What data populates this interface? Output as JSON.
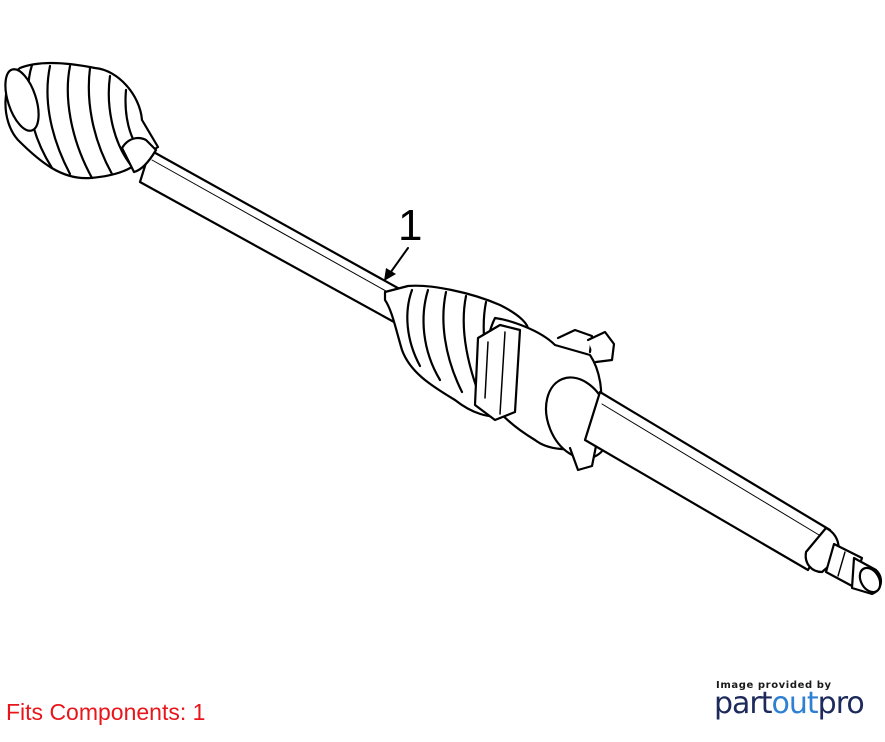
{
  "diagram": {
    "callout_number": "1"
  },
  "footer": {
    "fits_components": "Fits Components: 1",
    "image_credit": "Image provided by",
    "brand": {
      "part1": "part",
      "part2": "out",
      "part3": "pro"
    }
  }
}
